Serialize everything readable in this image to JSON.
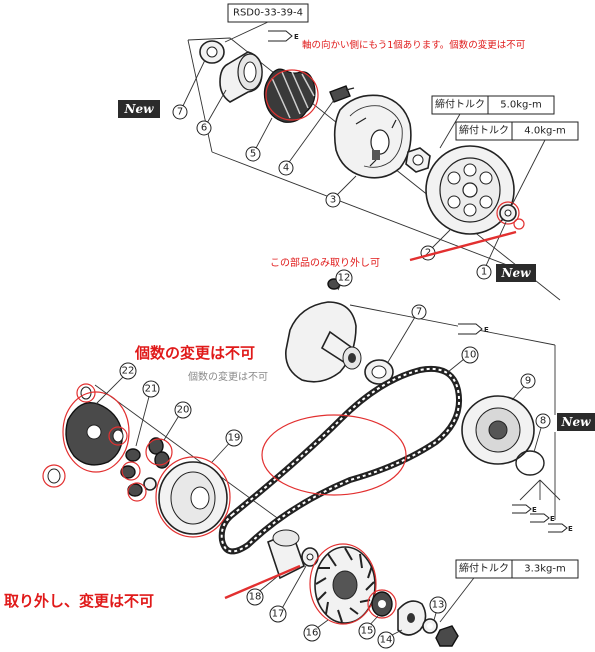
{
  "reference_code": "RSD0-33-39-4",
  "notes": {
    "top_note": "軸の向かい側にもう1個あります。個数の変更は不可",
    "mid_note": "この部品のみ取り外し可",
    "left_note": "個数の変更は不可",
    "left_note_ghost": "個数の変更は不可",
    "bottom_note": "取り外し、変更は不可"
  },
  "torque_boxes": [
    {
      "label": "締付トルク",
      "value": "5.0kg-m"
    },
    {
      "label": "締付トルク",
      "value": "4.0kg-m"
    },
    {
      "label": "締付トルク",
      "value": "3.3kg-m"
    }
  ],
  "new_badges": [
    "New",
    "New",
    "New"
  ],
  "grease_marks": [
    "E",
    "E",
    "E",
    "E",
    "E"
  ],
  "part_numbers": {
    "p1": "1",
    "p2": "2",
    "p3": "3",
    "p4": "4",
    "p5": "5",
    "p6": "6",
    "p7a": "7",
    "p7b": "7",
    "p8": "8",
    "p9": "9",
    "p10": "10",
    "p12": "12",
    "p13": "13",
    "p14": "14",
    "p15": "15",
    "p16": "16",
    "p17": "17",
    "p18": "18",
    "p19": "19",
    "p20": "20",
    "p21": "21",
    "p22": "22"
  }
}
